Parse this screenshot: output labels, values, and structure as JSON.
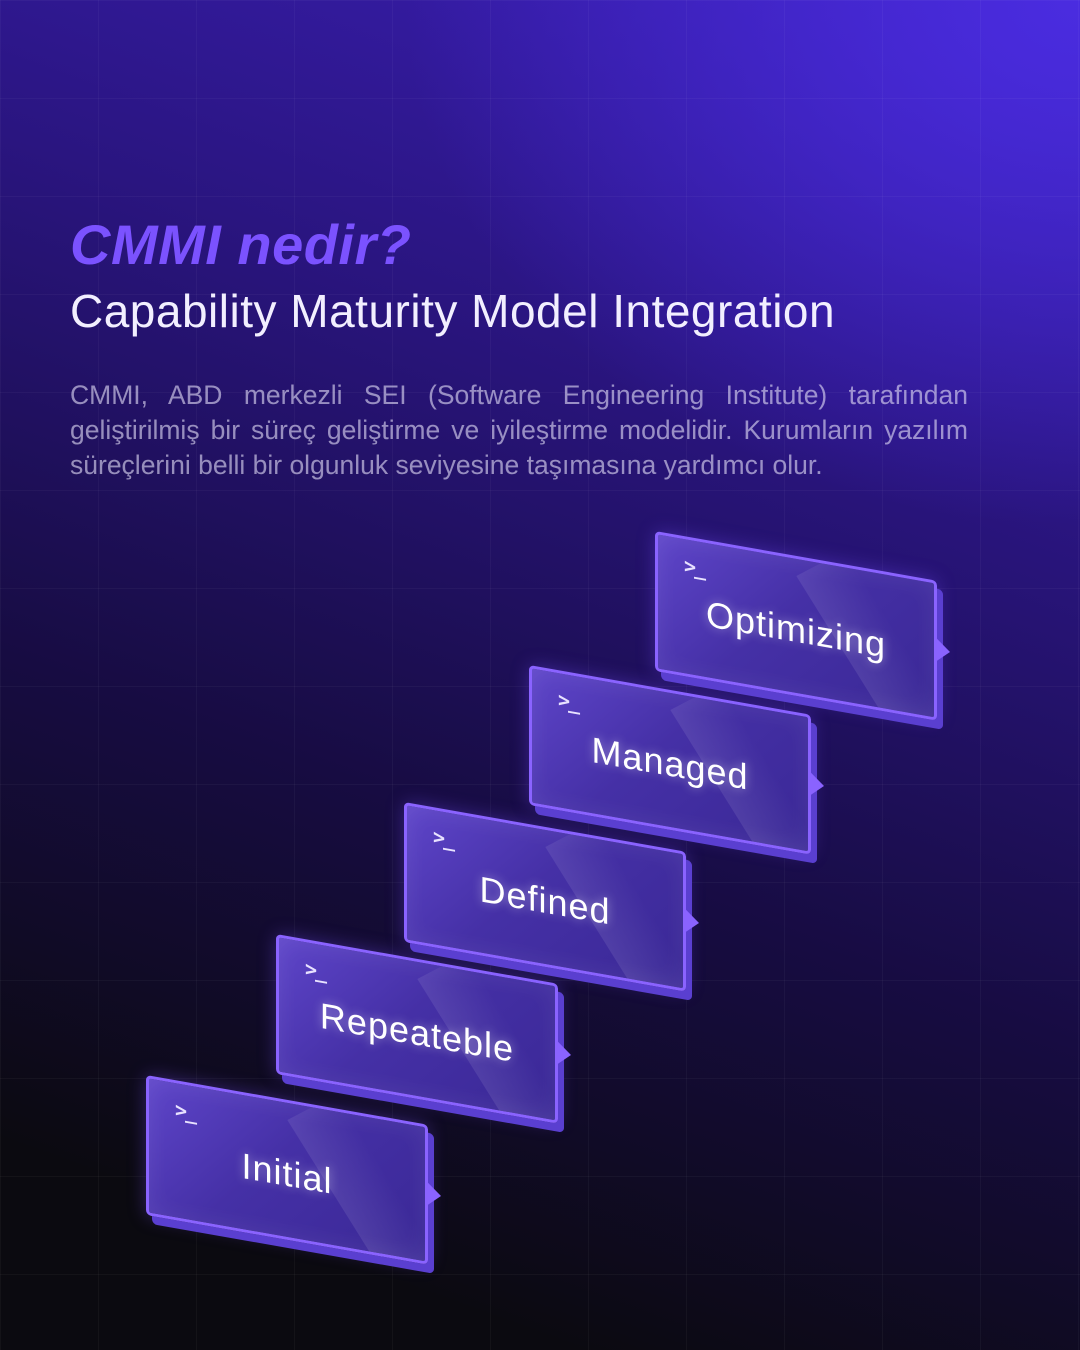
{
  "heading": {
    "title": "CMMI nedir?",
    "subtitle": "Capability Maturity Model Integration"
  },
  "description": "CMMI, ABD merkezli SEI (Software Engineering Institute) tarafından geliştirilmiş bir süreç geliştirme ve iyileştirme modelidir. Kurumların yazılım süreçlerini belli bir olgunluk seviyesine taşımasına yardımcı olur.",
  "levels": [
    {
      "label": "Initial",
      "prompt": ">_",
      "icon": "terminal-prompt-icon"
    },
    {
      "label": "Repeateble",
      "prompt": ">_",
      "icon": "terminal-prompt-icon"
    },
    {
      "label": "Defined",
      "prompt": ">_",
      "icon": "terminal-prompt-icon"
    },
    {
      "label": "Managed",
      "prompt": ">_",
      "icon": "terminal-prompt-icon"
    },
    {
      "label": "Optimizing",
      "prompt": ">_",
      "icon": "terminal-prompt-icon"
    }
  ],
  "colors": {
    "accent": "#7b52ff",
    "step_border": "#8a63ff",
    "step_fill": "#4530a6",
    "background_top": "#3b1fb8",
    "background_bottom": "#0b0a10"
  }
}
